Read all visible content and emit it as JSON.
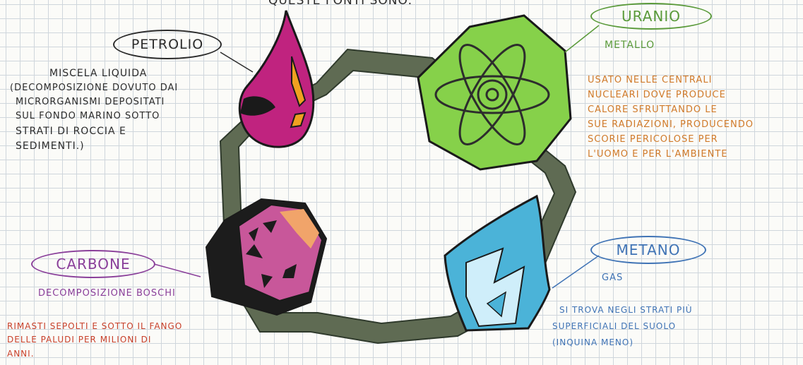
{
  "header": {
    "top_text": "QUESTE FONTI SONO:"
  },
  "petrolio": {
    "name": "PETROLIO",
    "desc": [
      "MISCELA LIQUIDA",
      "(DECOMPOSIZIONE DOVUTO DAI",
      "MICRORGANISMI DEPOSITATI",
      "SUL FONDO MARINO SOTTO",
      "STRATI DI ROCCIA E",
      "SEDIMENTI.)"
    ],
    "colors": {
      "main": "#c0237f",
      "accent": "#f0a020",
      "dark": "#1a1a1a"
    }
  },
  "uranio": {
    "name": "URANIO",
    "category": "METALLO",
    "desc": [
      "USATO NELLE CENTRALI",
      "NUCLEARI DOVE PRODUCE",
      "CALORE SFRUTTANDO LE",
      "SUE RADIAZIONI, PRODUCENDO",
      "SCORIE PERICOLOSE PER",
      "L'UOMO E PER L'AMBIENTE"
    ],
    "colors": {
      "main": "#86d14a"
    }
  },
  "carbone": {
    "name": "CARBONE",
    "category": "DECOMPOSIZIONE BOSCHI",
    "desc": [
      "RIMASTI SEPOLTI E SOTTO IL FANGO",
      "DELLE PALUDI PER MILIONI DI",
      "ANNI."
    ],
    "colors": {
      "main": "#c8579a",
      "dark": "#1c1c1c",
      "accent": "#f1a46a"
    }
  },
  "metano": {
    "name": "METANO",
    "category": "GAS",
    "desc": [
      "SI TROVA NEGLI STRATI PIÙ",
      "SUPERFICIALI DEL SUOLO",
      "(INQUINA MENO)"
    ],
    "colors": {
      "main": "#4bb3d8",
      "light": "#cfeefa"
    }
  },
  "ring_color": "#5f6b53"
}
